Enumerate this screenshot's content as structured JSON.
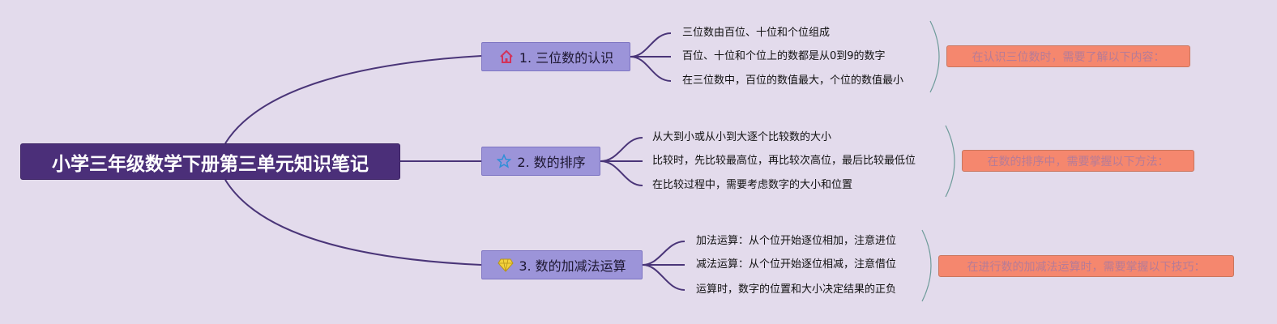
{
  "root": {
    "title": "小学三年级数学下册第三单元知识笔记"
  },
  "branches": [
    {
      "label": "1. 三位数的认识",
      "icon": "house-icon",
      "icon_color": "#d2335b",
      "items": [
        "三位数由百位、十位和个位组成",
        "百位、十位和个位上的数都是从0到9的数字",
        "在三位数中，百位的数值最大，个位的数值最小"
      ],
      "note": "在认识三位数时，需要了解以下内容："
    },
    {
      "label": "2. 数的排序",
      "icon": "star-icon",
      "icon_color": "#2f8fd8",
      "items": [
        "从大到小或从小到大逐个比较数的大小",
        "比较时，先比较最高位，再比较次高位，最后比较最低位",
        "在比较过程中，需要考虑数字的大小和位置"
      ],
      "note": "在数的排序中，需要掌握以下方法："
    },
    {
      "label": "3. 数的加减法运算",
      "icon": "diamond-icon",
      "icon_color": "#f3d23c",
      "items": [
        "加法运算：从个位开始逐位相加，注意进位",
        "减法运算：从个位开始逐位相减，注意借位",
        "运算时，数字的位置和大小决定结果的正负"
      ],
      "note": "在进行数的加减法运算时，需要掌握以下技巧："
    }
  ],
  "colors": {
    "background": "#e3dbec",
    "root_fill": "#4b2f79",
    "branch_fill": "#9c94d9",
    "note_fill": "#f5876e",
    "connector": "#4a3578",
    "bracket": "#6e9b9a"
  }
}
